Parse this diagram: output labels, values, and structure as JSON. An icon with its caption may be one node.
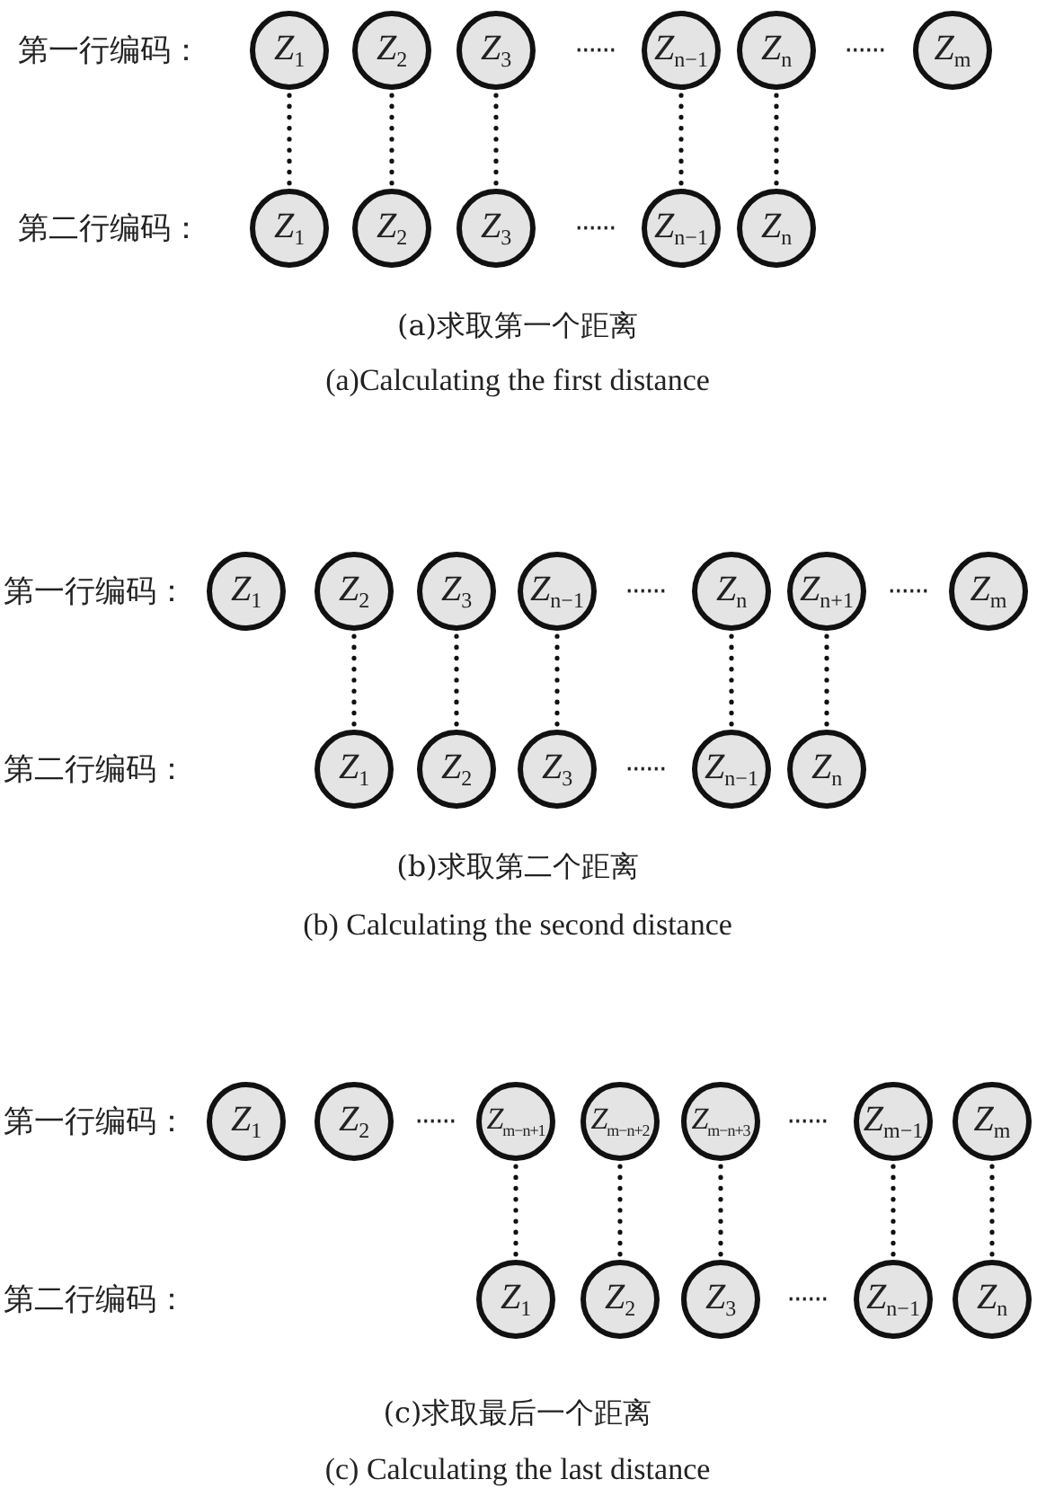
{
  "diagram": {
    "nodes": [
      {
        "text": [
          "*Z*$_{1}$"
        ]
      },
      {
        "text": [
          "*Z*$_{2}$"
        ]
      },
      {
        "text": [
          "*Z*$_{3}$"
        ]
      },
      {
        "text": [
          "*Z*$_{n−1}$"
        ]
      },
      {
        "text": [
          "*Z*$_{n}$"
        ]
      },
      {
        "text": [
          "*Z*$_{m}$"
        ]
      },
      {
        "text": [
          "*Z*$_{1}$"
        ]
      },
      {
        "text": [
          "*Z*$_{2}$"
        ]
      },
      {
        "text": [
          "*Z*$_{3}$"
        ]
      },
      {
        "text": [
          "*Z*$_{n−1}$"
        ]
      },
      {
        "text": [
          "*Z*$_{n}$"
        ]
      },
      {
        "text": [
          "*Z*$_{1}$"
        ]
      },
      {
        "text": [
          "*Z*$_{2}$"
        ]
      },
      {
        "text": [
          "*Z*$_{3}$"
        ]
      },
      {
        "text": [
          "*Z*$_{n−1}$"
        ]
      },
      {
        "text": [
          "*Z*$_{n}$"
        ]
      },
      {
        "text": [
          "*Z*$_{n+1}$"
        ]
      },
      {
        "text": [
          "*Z*$_{m}$"
        ]
      },
      {
        "text": [
          "*Z*$_{1}$"
        ]
      },
      {
        "text": [
          "*Z*$_{2}$"
        ]
      },
      {
        "text": [
          "*Z*$_{3}$"
        ]
      },
      {
        "text": [
          "*Z*$_{n−1}$"
        ]
      },
      {
        "text": [
          "*Z*$_{n}$"
        ]
      },
      {
        "text": [
          "*Z*$_{1}$"
        ]
      },
      {
        "text": [
          "*Z*$_{2}$"
        ]
      },
      {
        "text": [
          "*Z*$_{m−n+1}$"
        ]
      },
      {
        "text": [
          "*Z*$_{m−n+2}$"
        ]
      },
      {
        "text": [
          "*Z*$_{m−n+3}$"
        ]
      },
      {
        "text": [
          "*Z*$_{m−1}$"
        ]
      },
      {
        "text": [
          "*Z*$_{m}$"
        ]
      },
      {
        "text": [
          "*Z*$_{1}$"
        ]
      },
      {
        "text": [
          "*Z*$_{2}$"
        ]
      },
      {
        "text": [
          "*Z*$_{3}$"
        ]
      },
      {
        "text": [
          "*Z*$_{n−1}$"
        ]
      },
      {
        "text": [
          "*Z*$_{n}$"
        ]
      }
    ],
    "edges": [
      {
        "from": 0,
        "to": 6,
        "arrow": "none",
        "style": "dashed"
      },
      {
        "from": 1,
        "to": 7,
        "arrow": "none",
        "style": "dashed"
      },
      {
        "from": 2,
        "to": 8,
        "arrow": "none",
        "style": "dashed"
      },
      {
        "from": 3,
        "to": 9,
        "arrow": "none",
        "style": "dashed"
      },
      {
        "from": 4,
        "to": 10,
        "arrow": "none",
        "style": "dashed"
      },
      {
        "from": 12,
        "to": 18,
        "arrow": "none",
        "style": "dashed"
      },
      {
        "from": 13,
        "to": 19,
        "arrow": "none",
        "style": "dashed"
      },
      {
        "from": 14,
        "to": 20,
        "arrow": "none",
        "style": "dashed"
      },
      {
        "from": 15,
        "to": 21,
        "arrow": "none",
        "style": "dashed"
      },
      {
        "from": 16,
        "to": 22,
        "arrow": "none",
        "style": "dashed"
      },
      {
        "from": 25,
        "to": 30,
        "arrow": "none",
        "style": "dashed"
      },
      {
        "from": 26,
        "to": 31,
        "arrow": "none",
        "style": "dashed"
      },
      {
        "from": 27,
        "to": 32,
        "arrow": "none",
        "style": "dashed"
      },
      {
        "from": 28,
        "to": 33,
        "arrow": "none",
        "style": "dashed"
      },
      {
        "from": 29,
        "to": 34,
        "arrow": "none",
        "style": "dashed"
      }
    ],
    "labels": [
      "第一行编码：",
      "······",
      "······",
      "第二行编码：",
      "······",
      "(a)求取第一个距离",
      "(a)Calculating the first distance",
      "第一行编码：",
      "······",
      "······",
      "第二行编码：",
      "······",
      "(b)求取第二个距离",
      "(b) Calculating the second distance",
      "第一行编码：",
      "······",
      "······",
      "第二行编码：",
      "······",
      "(c)求取最后一个距离",
      "(c) Calculating the last distance"
    ]
  }
}
